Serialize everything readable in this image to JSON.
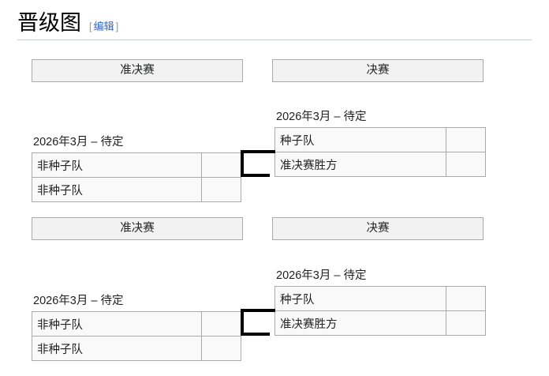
{
  "page": {
    "section_title": "晋级图",
    "edit": {
      "open_bracket": "[",
      "label": "编辑",
      "close_bracket": "]"
    }
  },
  "brackets": [
    {
      "headers": {
        "semifinal": "准决赛",
        "final": "决赛"
      },
      "semifinal": {
        "date": "2026年3月 – 待定",
        "rows": [
          {
            "team": "非种子队",
            "score": ""
          },
          {
            "team": "非种子队",
            "score": ""
          }
        ]
      },
      "final": {
        "date": "2026年3月 – 待定",
        "rows": [
          {
            "team": "种子队",
            "score": ""
          },
          {
            "team": "准决赛胜方",
            "score": ""
          }
        ]
      }
    },
    {
      "headers": {
        "semifinal": "准决赛",
        "final": "决赛"
      },
      "semifinal": {
        "date": "2026年3月 – 待定",
        "rows": [
          {
            "team": "非种子队",
            "score": ""
          },
          {
            "team": "非种子队",
            "score": ""
          }
        ]
      },
      "final": {
        "date": "2026年3月 – 待定",
        "rows": [
          {
            "team": "种子队",
            "score": ""
          },
          {
            "team": "准决赛胜方",
            "score": ""
          }
        ]
      }
    }
  ],
  "colors": {
    "header_fill": "#f2f2f2",
    "cell_fill": "#f9f9f9",
    "border": "#aaaaaa",
    "link": "#3366cc",
    "connector": "#000000"
  }
}
